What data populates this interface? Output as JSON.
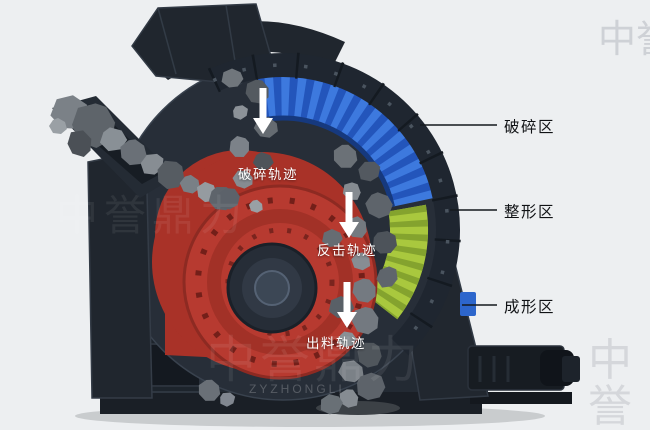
{
  "page": {
    "background": "#edeff1"
  },
  "diagram": {
    "trajectory_labels": [
      {
        "text": "破碎轨迹"
      },
      {
        "text": "反击轨迹"
      },
      {
        "text": "出料轨迹"
      }
    ],
    "zone_labels": [
      {
        "text": "破碎区"
      },
      {
        "text": "整形区"
      },
      {
        "text": "成形区"
      }
    ],
    "watermark": {
      "cn": "中誉鼎力",
      "en": "ZYZHONGLI",
      "short": "中誉"
    },
    "colors": {
      "housing_dark": "#232a33",
      "impact_plates_blue": "#3d79de",
      "rotor_red": "#b73a30",
      "shaping_green": "#a9c83e",
      "leader_line": "#15191e",
      "arrow_white": "#ffffff"
    }
  }
}
